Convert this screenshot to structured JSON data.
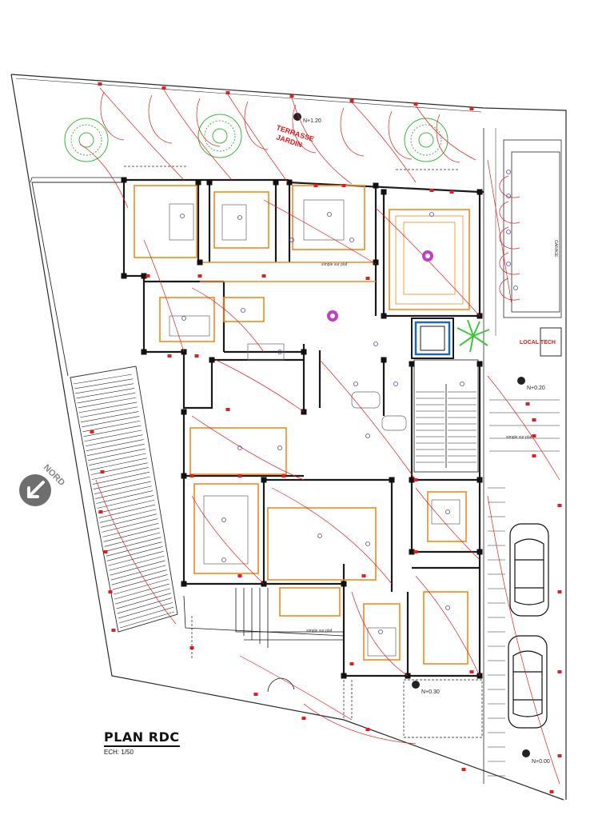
{
  "title": "PLAN RDC",
  "scale": "ECH: 1/50",
  "labels": {
    "terrasse_line1": "TERRASSE",
    "terrasse_line2": "JARDIN",
    "local_tech": "LOCAL TECH",
    "north": "NORD",
    "garage": "GARAGE",
    "note1": "simple sur plaf",
    "note2": "simple sur plaf",
    "note3": "simple sur plaf"
  },
  "levels": {
    "l1": "N+1.20",
    "l2": "N+0.20",
    "l3": "N+0.30",
    "l4": "N+0.00"
  },
  "colors": {
    "wall": "#1a1a1a",
    "electric": "#e41e1e",
    "ceiling": "#f08a1e",
    "tree": "#3cb83c",
    "points": "#5a3fb0"
  }
}
